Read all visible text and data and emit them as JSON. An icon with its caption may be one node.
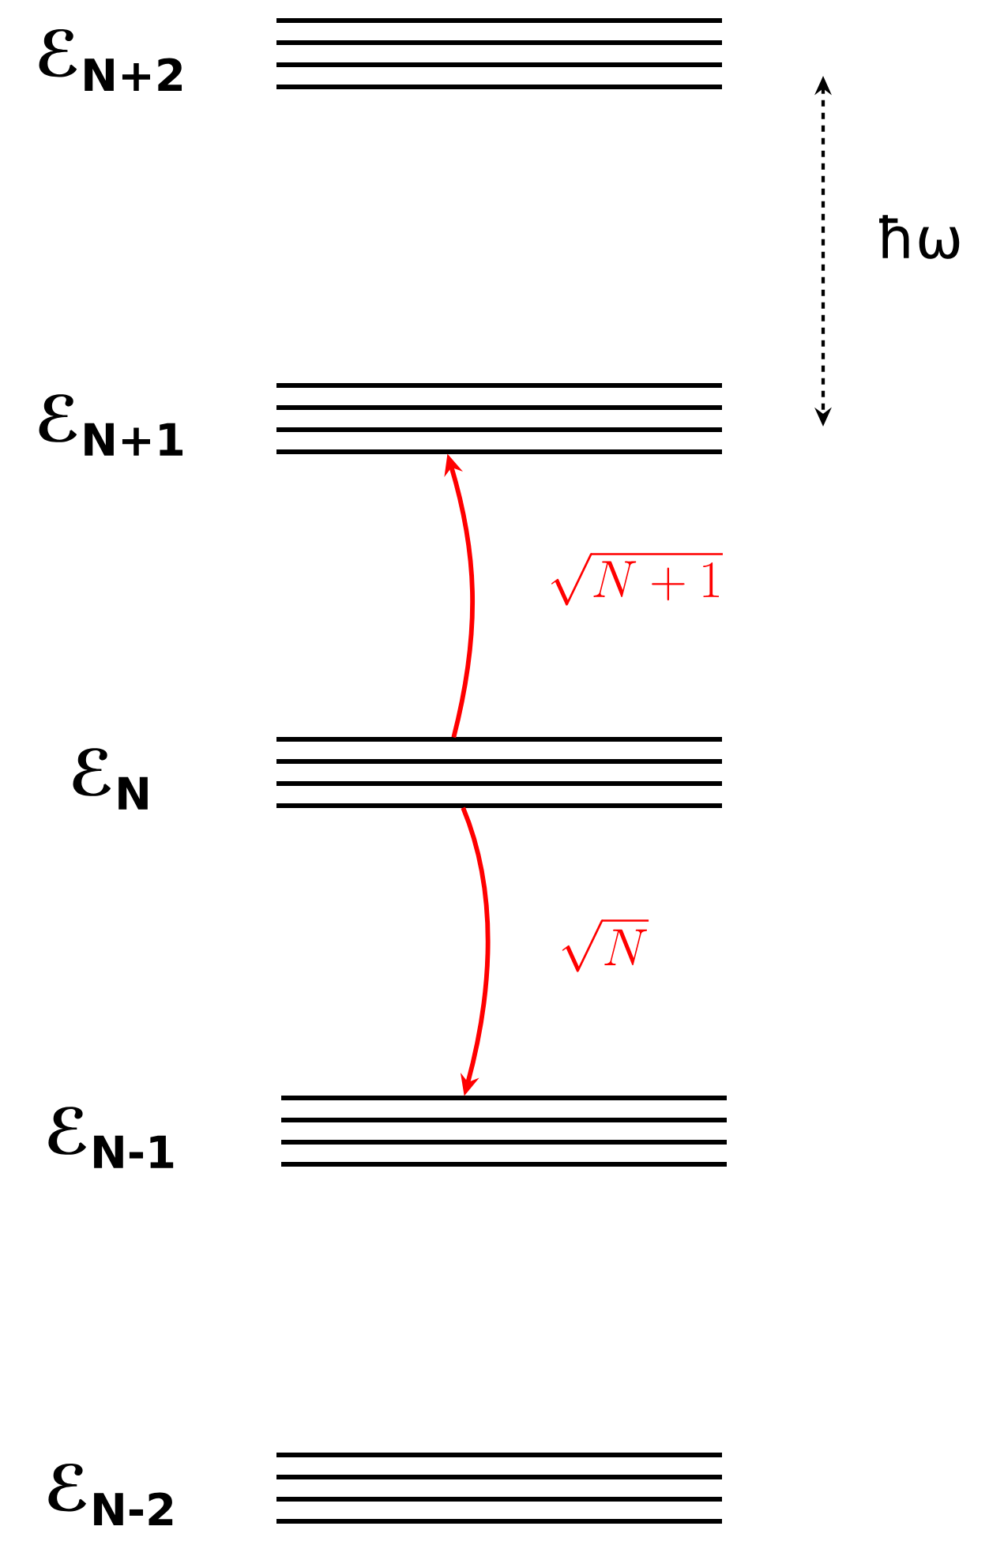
{
  "diagram": {
    "nodes": [
      {
        "text": [],
        "shape": "bar",
        "beside": [
          "ℰ$_{N+2}$"
        ]
      },
      {
        "text": [],
        "shape": "bar",
        "beside": [
          "ℰ$_{N+1}$"
        ]
      },
      {
        "text": [],
        "shape": "bar",
        "beside": [
          "ℰ$_{N}$"
        ]
      },
      {
        "text": [],
        "shape": "bar",
        "beside": [
          "ℰ$_{N-1}$"
        ]
      },
      {
        "text": [],
        "shape": "bar",
        "beside": [
          "ℰ$_{N-2}$"
        ]
      }
    ],
    "edges": [
      {
        "from": 2,
        "to": 1,
        "arrow": "to",
        "label": "\\sqrt{N+1}",
        "color": "#ff0000"
      },
      {
        "from": 2,
        "to": 3,
        "arrow": "to",
        "label": "\\sqrt{N}",
        "color": "#ff0000"
      }
    ],
    "labels": [
      "ħω"
    ]
  }
}
